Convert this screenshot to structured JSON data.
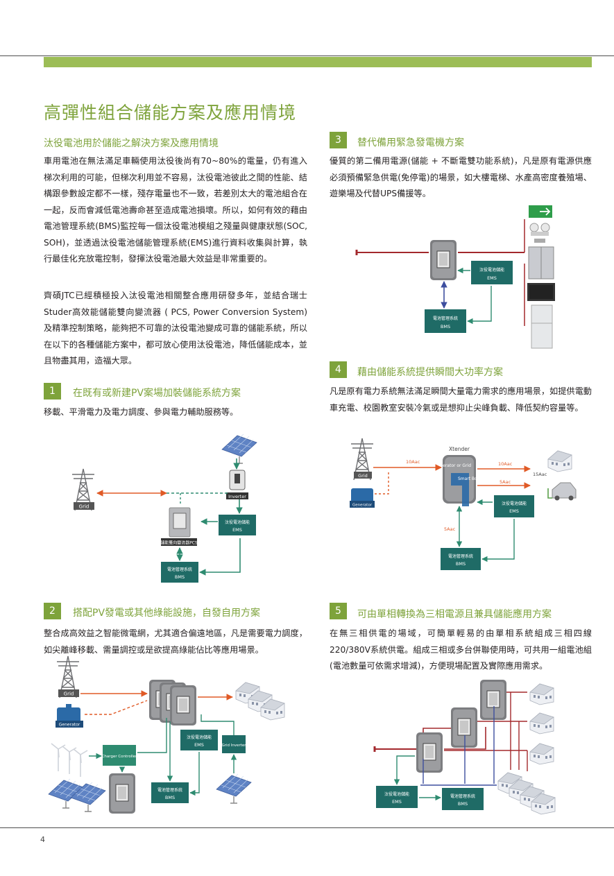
{
  "page": {
    "title": "高彈性組合儲能方案及應用情境",
    "page_number": "4"
  },
  "intro": {
    "subtitle": "汰役電池用於儲能之解決方案及應用情境",
    "p1": "車用電池在無法滿足車輛使用汰役後尚有70~80%的電量，仍有進入梯次利用的可能，但梯次利用並不容易，汰役電池彼此之間的性能、結構跟參數設定都不一樣，殘存電量也不一致，若差別太大的電池組合在一起，反而會減低電池壽命甚至造成電池損壞。所以，如何有效的藉由電池管理系統(BMS)監控每一個汰役電池模組之殘量與健康狀態(SOC, SOH)，並透過汰役電池儲能管理系統(EMS)進行資料收集與計算，執行最佳化充放電控制，發揮汰役電池最大效益是非常重要的。",
    "p2": "齊碩JTC已經積極投入汰役電池相關整合應用研發多年，並結合瑞士Studer高效能儲能雙向變流器 ( PCS, Power Conversion System) 及精準控制策略，能夠把不可靠的汰役電池變成可靠的儲能系統，所以在以下的各種儲能方案中，都可放心使用汰役電池，降低儲能成本，並且物盡其用，造福大眾。"
  },
  "sections": [
    {
      "num": "1",
      "title": "在既有或新建PV案場加裝儲能系統方案",
      "text": "移載、平滑電力及電力調度、參與電力輔助服務等。"
    },
    {
      "num": "2",
      "title": "搭配PV發電或其他綠能設施，自發自用方案",
      "text": "整合成高效益之智能微電網，尤其適合偏遠地區，凡是需要電力調度，如尖離峰移載、需量調控或是欲提高綠能佔比等應用場景。"
    },
    {
      "num": "3",
      "title": "替代備用緊急發電機方案",
      "text": "優質的第二備用電源(儲能 + 不斷電雙功能系統)，凡是原有電源供應必須預備緊急供電(免停電)的場景，如大樓電梯、水產高密度養殖場、遊樂場及代替UPS備援等。"
    },
    {
      "num": "4",
      "title": "藉由儲能系統提供瞬間大功率方案",
      "text": "凡是原有電力系統無法滿足瞬間大量電力需求的應用場景，如提供電動車充電、校園教室安裝冷氣或是想抑止尖峰負載、降低契約容量等。"
    },
    {
      "num": "5",
      "title": "可由單相轉換為三相電源且兼具儲能應用方案",
      "text": "在無三相供電的場域，可簡單輕易的由單相系統組成三相四線220/380V系統供電。組成三相或多台併聯使用時，可共用一組電池組(電池數量可依需求增減)，方便現場配置及實際應用需求。"
    }
  ],
  "diagram_labels": {
    "grid": "Grid",
    "inverter": "Inverter",
    "pcs": "儲能雙向變流器PCS",
    "ems_line1": "汰役電池儲能",
    "ems_line2": "EMS",
    "bms_line1": "電池管理系統",
    "bms_line2": "BMS",
    "generator": "Generator",
    "charger": "Charger Controller",
    "grid_inverter": "Grid Inverter",
    "xtender": "Xtender",
    "gen_or_grid": "Generator or Grid",
    "smart_boost": "Smart Boost",
    "a10_left": "10Aac",
    "a10_right": "10Aac",
    "a5_mid": "5Aac",
    "a5_low": "5Aac",
    "a15": "15Aac"
  },
  "colors": {
    "accent": "#7ea33b",
    "band": "#9cbd56",
    "ems_box": "#1f6b66",
    "flow_arrow": "#2e8b70",
    "grid_line": "#e05a26",
    "power_line": "#a3282c",
    "blue_line": "#3d4e9e"
  }
}
